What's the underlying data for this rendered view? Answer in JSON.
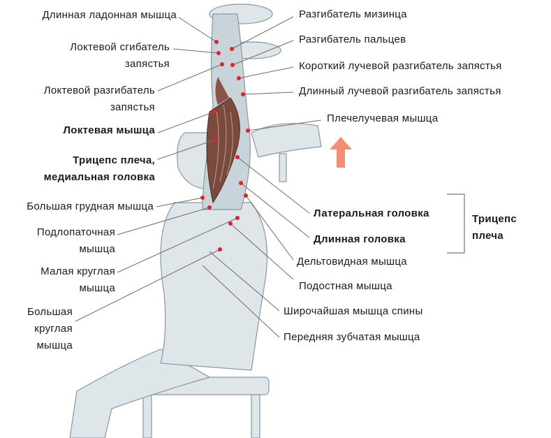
{
  "left_labels": {
    "palmaris_longus": "Длинная ладонная мышца",
    "flexor_carpi_ulnaris": [
      "Локтевой сгибатель",
      "запястья"
    ],
    "extensor_carpi_ulnaris": [
      "Локтевой разгибатель",
      "запястья"
    ],
    "anconeus": "Локтевая мышца",
    "triceps_medial": [
      "Трицепс плеча,",
      "медиальная головка"
    ],
    "pectoralis_major": "Большая грудная мышца",
    "subscapularis": [
      "Подлопаточная",
      "мышца"
    ],
    "teres_minor": [
      "Малая круглая",
      "мышца"
    ],
    "teres_major": [
      "Большая",
      "круглая",
      "мышца"
    ]
  },
  "right_labels": {
    "extensor_digiti_minimi": "Разгибатель мизинца",
    "extensor_digitorum": "Разгибатель пальцев",
    "ext_carpi_radialis_brevis": "Короткий лучевой разгибатель запястья",
    "ext_carpi_radialis_longus": "Длинный лучевой разгибатель запястья",
    "brachioradialis": "Плечелучевая мышца",
    "lateral_head": "Латеральная головка",
    "long_head": "Длинная головка",
    "deltoid": "Дельтовидная мышца",
    "infraspinatus": "Подостная мышца",
    "latissimus": "Широчайшая мышца спины",
    "serratus": "Передняя зубчатая мышца"
  },
  "bracket_group": [
    "Трицепс",
    "плеча"
  ],
  "colors": {
    "marker": "#e0202a",
    "arrow": "#f07a5a",
    "muscle": "#7a4a3e",
    "body": "#c9d3da"
  }
}
